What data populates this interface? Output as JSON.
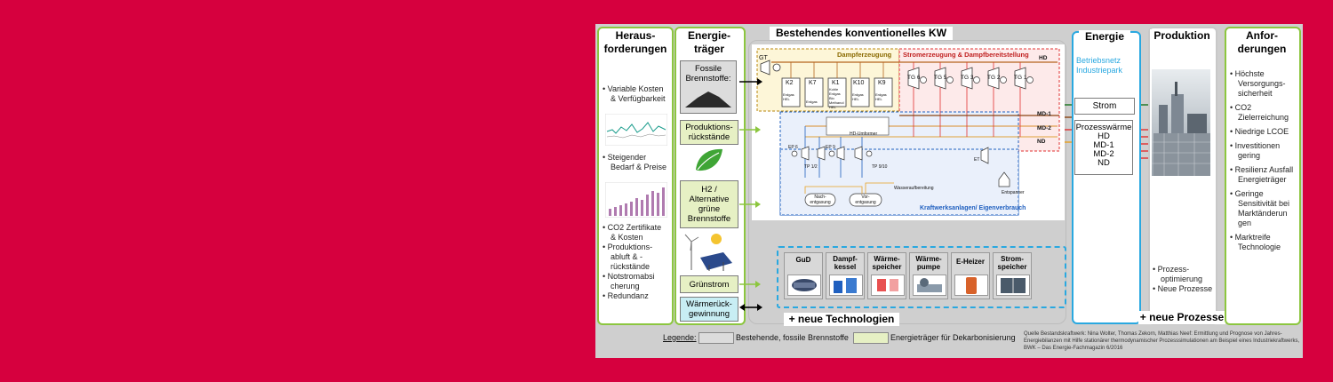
{
  "columns": {
    "herausforderungen": {
      "title": "Heraus-\nforderungen",
      "items": [
        "Variable Kosten & Verfügbarkeit",
        "Steigender Bedarf & Preise",
        "CO2 Zertifikate & Kosten",
        "Produktions-abluft & -rückstände",
        "Notstromabsi cherung",
        "Redundanz"
      ]
    },
    "energietraeger": {
      "title": "Energie-\nträger",
      "carriers": [
        "Fossile Brennstoffe:",
        "Produktions-rückstände",
        "H2 / Alternative grüne Brennstoffe",
        "Grünstrom",
        "Wärmerück-gewinnung"
      ]
    },
    "kraftwerk": {
      "title": "Bestehendes konventionelles KW",
      "dampferzeugung": "Dampferzeugung",
      "stromerzeugung": "Stromerzeugung & Dampfbereitstellung",
      "kraftwerksanlagen": "Kraftwerksanlagen/ Eigenverbrauch",
      "gt": "GT",
      "boilers": [
        {
          "name": "K2",
          "fuel": "Erdgas HEL"
        },
        {
          "name": "K7",
          "fuel": "Erdgas"
        },
        {
          "name": "K1",
          "fuel": "Kohle Erdgas Bio Methanol HEL"
        },
        {
          "name": "K10",
          "fuel": "Erdgas HEL"
        },
        {
          "name": "K9",
          "fuel": "Erdgas HEL"
        }
      ],
      "turbines": [
        "TG 6",
        "TG 5",
        "TG 3",
        "TG 2",
        "TG 1"
      ],
      "lines": [
        "HD",
        "MD-1",
        "MD-2",
        "ND"
      ],
      "hd_converter": "HD-Umformer",
      "ep6": "EP 6",
      "ep9": "EP 9",
      "tp12": "TP 1/2",
      "tp910": "TP 9/10",
      "et": "ET",
      "wasseraufbereitung": "Wasseraufbereitung",
      "nachentgasung": "Nach-\nentgasung",
      "vorentgasung": "Vor-\nentgasung",
      "entspanner": "Entspanner"
    },
    "neue_technologien": {
      "label": "+ neue Technologien",
      "items": [
        "GuD",
        "Dampf-\nkessel",
        "Wärme-\nspeicher",
        "Wärme-\npumpe",
        "E-Heizer",
        "Strom-\nspeicher"
      ]
    },
    "energie": {
      "title": "Energie",
      "subtitle": "Betriebsnetz\nIndustriepark",
      "strom": "Strom",
      "prozesswaerme": "Prozesswärme",
      "levels": [
        "HD",
        "MD-1",
        "MD-2",
        "ND"
      ]
    },
    "produktion": {
      "title": "Produktion",
      "items": [
        "Prozess-optimierung",
        "Neue Prozesse"
      ],
      "neue_prozesse": "+ neue Prozesse"
    },
    "anforderungen": {
      "title": "Anfor-\nderungen",
      "items": [
        "Höchste Versorgungs-sicherheit",
        "CO2 Zielerreichung",
        "Niedrige LCOE",
        "Investitionen gering",
        "Resilienz Ausfall Energieträger",
        "Geringe Sensitivität bei Marktänderun gen",
        "Marktreife Technologie"
      ]
    }
  },
  "legend": {
    "label": "Legende:",
    "items": [
      "Bestehende, fossile Brennstoffe",
      "Energieträger für Dekarbonisierung"
    ]
  },
  "source": "Quelle Bestandskraftwerk: Nina Wolter, Thomas Zekorn, Matthias Neef: Ermittlung und Prognose von Jahres-Energiebilanzen mit Hilfe stationärer thermodynamischer Prozesssimulationen am Beispiel eines Industriekraftwerks, BWK – Das Energie-Fachmagazin 6/2016",
  "colors": {
    "background": "#d6003e",
    "panel": "#cfcfcf",
    "green_border": "#8cc63f",
    "blue_border": "#29a8e0",
    "dampf": "#b8860b",
    "strom": "#e03030",
    "kw_blue": "#1f5fbf",
    "pale_green": "#e6f0c4",
    "pale_cyan": "#c8eef4"
  }
}
